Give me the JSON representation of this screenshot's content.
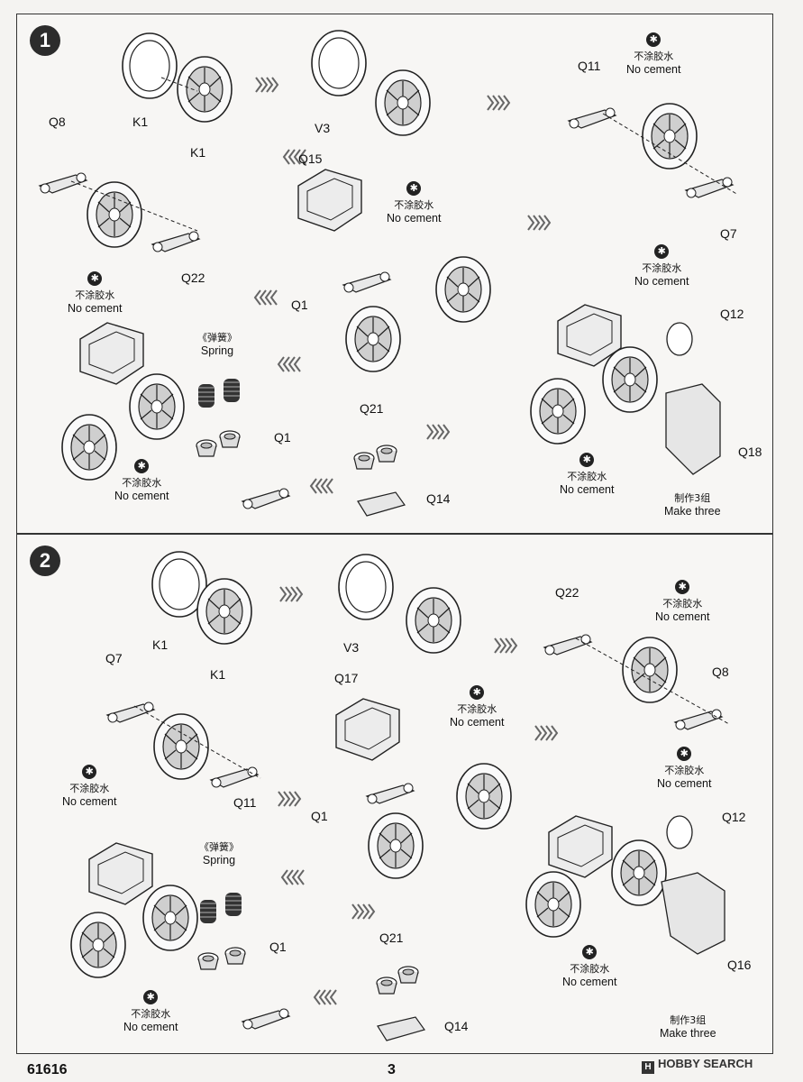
{
  "document": {
    "product_code": "61616",
    "page_number": "3",
    "watermark": "HOBBY SEARCH"
  },
  "notes": {
    "no_cement_cn": "不涂胶水",
    "no_cement_en": "No cement",
    "spring_cn": "《弹簧》",
    "spring_en": "Spring",
    "make_cn": "制作3组",
    "make_en": "Make three"
  },
  "steps": [
    {
      "number": "1",
      "labels": [
        "K1",
        "K1",
        "V3",
        "Q11",
        "Q7",
        "Q8",
        "Q22",
        "Q15",
        "Q1",
        "Q12",
        "Q18",
        "Q21",
        "Q14",
        "Q1"
      ]
    },
    {
      "number": "2",
      "labels": [
        "K1",
        "K1",
        "V3",
        "Q22",
        "Q8",
        "Q7",
        "Q11",
        "Q17",
        "Q1",
        "Q12",
        "Q16",
        "Q21",
        "Q14",
        "Q1"
      ]
    }
  ],
  "icons": {
    "no_cement": "no-cement-icon",
    "arrow": "direction-arrow-icon"
  },
  "colors": {
    "ink": "#333333",
    "paper": "#f4f3f1"
  }
}
